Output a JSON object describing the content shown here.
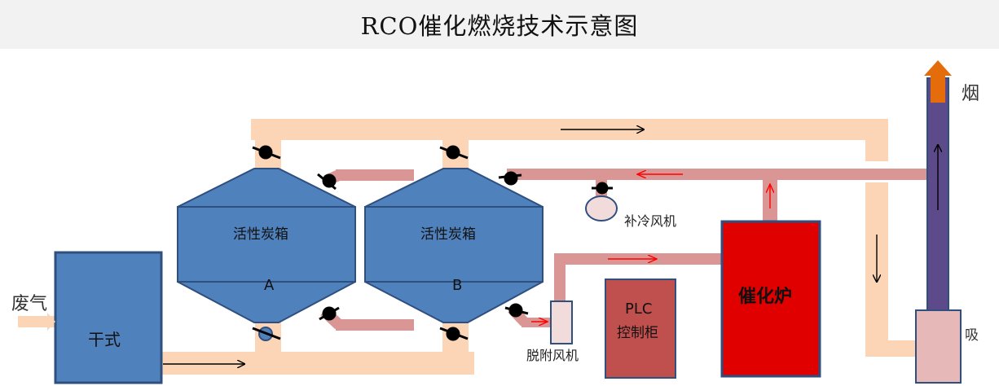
{
  "title": "RCO催化燃烧技术示意图",
  "labels": {
    "waste_gas": "废气",
    "dry_filter": "干式",
    "carbon_box_a": "活性炭箱",
    "carbon_box_a_letter": "A",
    "carbon_box_b": "活性炭箱",
    "carbon_box_b_letter": "B",
    "cooling_fan": "补冷风机",
    "desorption_fan": "脱附风机",
    "plc_line1": "PLC",
    "plc_line2": "控制柜",
    "catalytic_furnace": "催化炉",
    "chimney": "烟",
    "suction": "吸"
  },
  "colors": {
    "header_bg": "#f2f2f2",
    "main_duct": "#fbd5b5",
    "hot_duct": "#d99694",
    "equipment_blue": "#4f81bd",
    "equipment_border": "#2f4f7f",
    "furnace_red": "#e00000",
    "plc_red": "#c0504d",
    "chimney_purple": "#5c4a8a",
    "chimney_top": "#e46c0a",
    "flow_arrow_red": "#ff0000",
    "flow_arrow_black": "#000000"
  }
}
